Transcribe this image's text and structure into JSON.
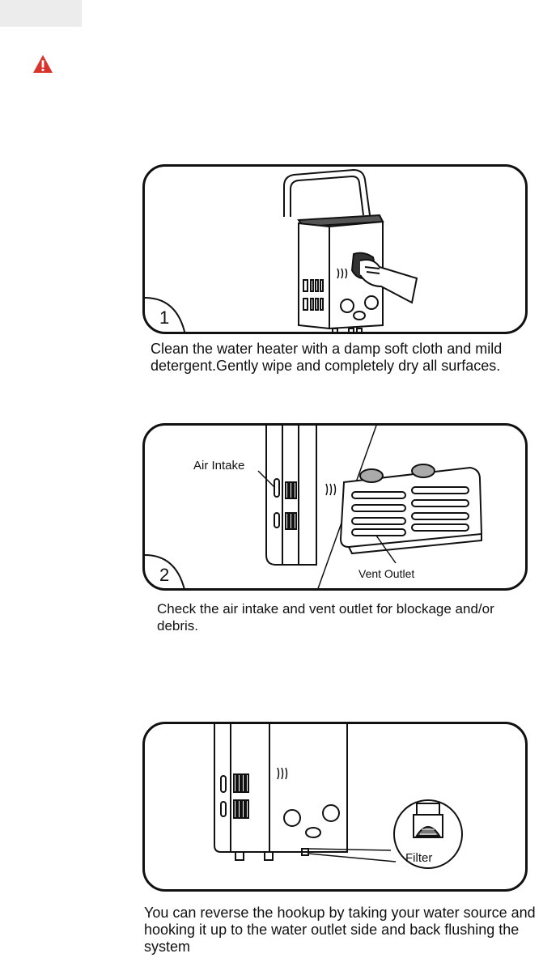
{
  "steps": [
    {
      "number": "1",
      "caption": "Clean the water heater with a damp soft cloth and mild detergent.Gently wipe and completely dry all surfaces."
    },
    {
      "number": "2",
      "caption": "Check the air intake and vent outlet for blockage and/or debris.",
      "labels": {
        "air_intake": "Air Intake",
        "vent_outlet": "Vent Outlet"
      }
    },
    {
      "number": "",
      "caption": "You can reverse the hookup by taking your water source and hooking it up to the water outlet side and back flushing the system",
      "labels": {
        "filter": "Filter"
      }
    }
  ],
  "icons": {
    "warning": "warning-triangle-icon"
  },
  "colors": {
    "warning_red": "#d9342b",
    "line": "#111111",
    "header_tab": "#ececec"
  }
}
